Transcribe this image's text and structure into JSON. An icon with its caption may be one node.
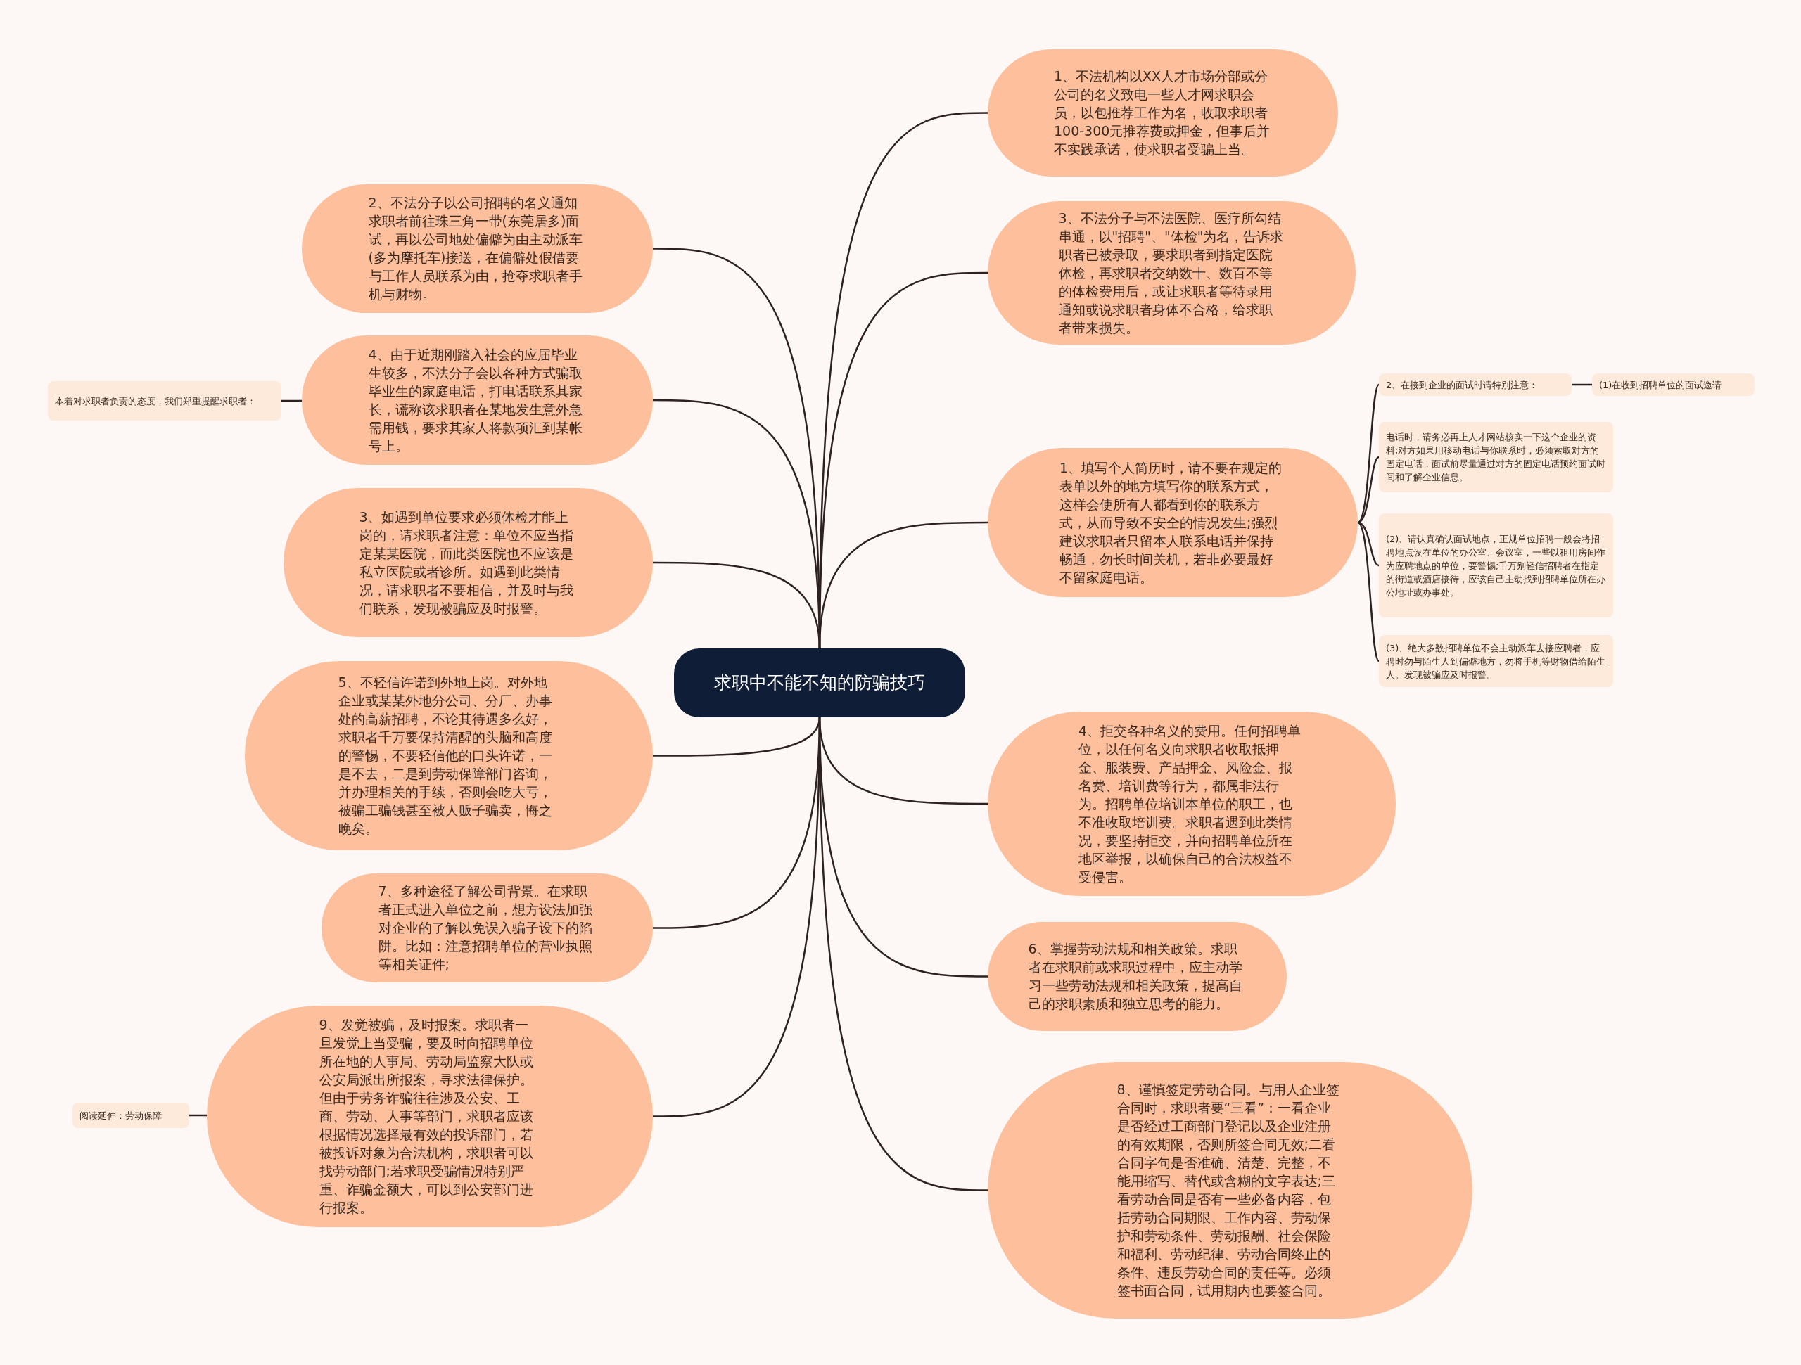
{
  "diagram": {
    "nodes": [
      {
        "text": [
          "求职中不能不知的防骗技巧"
        ]
      },
      {
        "text": [
          "1、不法机构以XX人才市场分部或分公司的名义致电一些人才网求职会员，以包推荐工作为名，收取求职者100-300元推荐费或押金，但事后并不实践承诺，使求职者受骗上当。"
        ]
      },
      {
        "text": [
          "3、不法分子与不法医院、医疗所勾结串通，以\"招聘\"、\"体检\"为名，告诉求职者已被录取，要求职者到指定医院体检，再求职者交纳数十、数百不等的体检费用后，或让求职者等待录用通知或说求职者身体不合格，给求职者带来损失。"
        ]
      },
      {
        "text": [
          "1、填写个人简历时，请不要在规定的表单以外的地方填写你的联系方式，这样会使所有人都看到你的联系方式，从而导致不安全的情况发生;强烈建议求职者只留本人联系电话并保持畅通，勿长时间关机，若非必要最好不留家庭电话。"
        ]
      },
      {
        "text": [
          "2、在接到企业的面试时请特别注意："
        ]
      },
      {
        "text": [
          "(1)在收到招聘单位的面试邀请"
        ]
      },
      {
        "text": [
          "电话时，请务必再上人才网站核实一下这个企业的资料;对方如果用移动电话与你联系时，必须索取对方的固定电话，面试前尽量通过对方的固定电话预约面试时间和了解企业信息。"
        ]
      },
      {
        "text": [
          "(2)、请认真确认面试地点，正规单位招聘一般会将招聘地点设在单位的办公室、会议室，一些以租用房间作为应聘地点的单位，要警惕;千万别轻信招聘者在指定的街道或酒店接待，应该自己主动找到招聘单位所在办公地址或办事处。"
        ]
      },
      {
        "text": [
          "(3)、绝大多数招聘单位不会主动派车去接应聘者，应聘时勿与陌生人到偏僻地方，勿将手机等财物借给陌生人。发现被骗应及时报警。"
        ]
      },
      {
        "text": [
          "4、拒交各种名义的费用。任何招聘单位，以任何名义向求职者收取抵押金、服装费、产品押金、风险金、报名费、培训费等行为，都属非法行为。招聘单位培训本单位的职工，也不准收取培训费。求职者遇到此类情况，要坚持拒交，并向招聘单位所在地区举报，以确保自己的合法权益不受侵害。"
        ]
      },
      {
        "text": [
          "6、掌握劳动法规和相关政策。求职者在求职前或求职过程中，应主动学习一些劳动法规和相关政策，提高自己的求职素质和独立思考的能力。"
        ]
      },
      {
        "text": [
          "8、谨慎签定劳动合同。与用人企业签合同时，求职者要“三看”：一看企业是否经过工商部门登记以及企业注册的有效期限，否则所签合同无效;二看合同字句是否准确、清楚、完整，不能用缩写、替代或含糊的文字表达;三看劳动合同是否有一些必备内容，包括劳动合同期限、工作内容、劳动保护和劳动条件、劳动报酬、社会保险和福利、劳动纪律、劳动合同终止的条件、违反劳动合同的责任等。必须签书面合同，试用期内也要签合同。"
        ]
      },
      {
        "text": [
          "2、不法分子以公司招聘的名义通知求职者前往珠三角一带(东莞居多)面试，再以公司地处偏僻为由主动派车(多为摩托车)接送，在偏僻处假借要与工作人员联系为由，抢夺求职者手机与财物。"
        ]
      },
      {
        "text": [
          "4、由于近期刚踏入社会的应届毕业生较多，不法分子会以各种方式骗取毕业生的家庭电话，打电话联系其家长，谎称该求职者在某地发生意外急需用钱，要求其家人将款项汇到某帐号上。"
        ]
      },
      {
        "text": [
          "本着对求职者负责的态度，我们郑重提醒求职者："
        ]
      },
      {
        "text": [
          "3、如遇到单位要求必须体检才能上岗的，请求职者注意：单位不应当指定某某医院，而此类医院也不应该是私立医院或者诊所。如遇到此类情况，请求职者不要相信，并及时与我们联系，发现被骗应及时报警。"
        ]
      },
      {
        "text": [
          "5、不轻信许诺到外地上岗。对外地企业或某某外地分公司、分厂、办事处的高薪招聘，不论其待遇多么好，求职者千万要保持清醒的头脑和高度的警惕，不要轻信他的口头许诺，一是不去，二是到劳动保障部门咨询，并办理相关的手续，否则会吃大亏，被骗工骗钱甚至被人贩子骗卖，悔之晚矣。"
        ]
      },
      {
        "text": [
          "7、多种途径了解公司背景。在求职者正式进入单位之前，想方设法加强对企业的了解以免误入骗子设下的陷阱。比如：注意招聘单位的营业执照等相关证件;"
        ]
      },
      {
        "text": [
          "9、发觉被骗，及时报案。求职者一旦发觉上当受骗，要及时向招聘单位所在地的人事局、劳动局监察大队或公安局派出所报案，寻求法律保护。但由于劳务诈骗往往涉及公安、工商、劳动、人事等部门，求职者应该根据情况选择最有效的投诉部门，若被投诉对象为合法机构，求职者可以找劳动部门;若求职受骗情况特别严重、诈骗金额大，可以到公安部门进行报案。"
        ]
      },
      {
        "text": [
          "阅读延伸：劳动保障"
        ]
      }
    ],
    "edges": [
      {
        "from": 0,
        "to": 1,
        "arrow": "none"
      },
      {
        "from": 0,
        "to": 2,
        "arrow": "none"
      },
      {
        "from": 0,
        "to": 3,
        "arrow": "none"
      },
      {
        "from": 3,
        "to": 4,
        "arrow": "none"
      },
      {
        "from": 4,
        "to": 5,
        "arrow": "none"
      },
      {
        "from": 3,
        "to": 6,
        "arrow": "none"
      },
      {
        "from": 3,
        "to": 7,
        "arrow": "none"
      },
      {
        "from": 3,
        "to": 8,
        "arrow": "none"
      },
      {
        "from": 0,
        "to": 9,
        "arrow": "none"
      },
      {
        "from": 0,
        "to": 10,
        "arrow": "none"
      },
      {
        "from": 0,
        "to": 11,
        "arrow": "none"
      },
      {
        "from": 0,
        "to": 12,
        "arrow": "none"
      },
      {
        "from": 0,
        "to": 13,
        "arrow": "none"
      },
      {
        "from": 13,
        "to": 14,
        "arrow": "none"
      },
      {
        "from": 0,
        "to": 15,
        "arrow": "none"
      },
      {
        "from": 0,
        "to": 16,
        "arrow": "none"
      },
      {
        "from": 0,
        "to": 17,
        "arrow": "none"
      },
      {
        "from": 0,
        "to": 18,
        "arrow": "none"
      },
      {
        "from": 18,
        "to": 19,
        "arrow": "none"
      }
    ]
  }
}
